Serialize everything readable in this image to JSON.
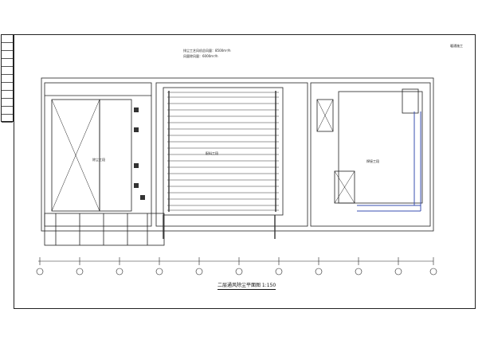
{
  "drawing": {
    "sheet_no": "暖通施工",
    "title": "二层通风除尘平面图 1:150",
    "notes": [
      "排尘工艺风机总风量：8500m³/h",
      "风量除风量：6000m³/h"
    ],
    "room_labels": [
      "除尘工段",
      "配料工段",
      "焊接工段"
    ]
  }
}
